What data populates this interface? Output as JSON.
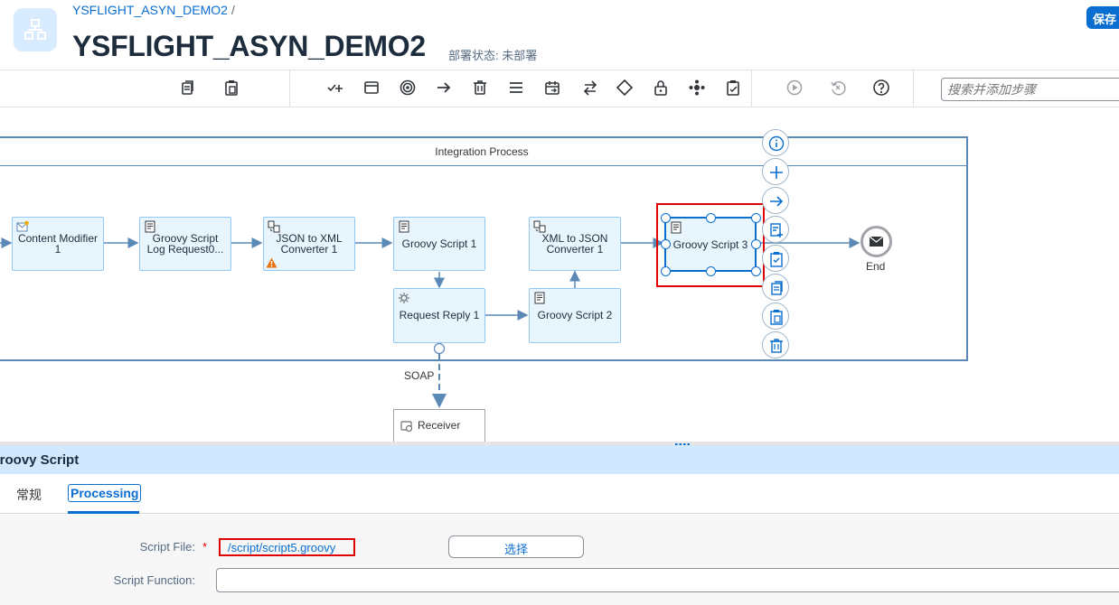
{
  "header": {
    "breadcrumb": "YSFLIGHT_ASYN_DEMO2",
    "breadcrumb_sep": "/",
    "title": "YSFLIGHT_ASYN_DEMO2",
    "deploy_status": "部署状态: 未部署",
    "save_label": "保存"
  },
  "toolbar": {
    "search_placeholder": "搜索并添加步骤",
    "icons": [
      "copy-icon",
      "paste-icon",
      "add-step-icon",
      "window-icon",
      "target-icon",
      "arrow-right-icon",
      "delete-icon",
      "menu-icon",
      "calendar-icon",
      "swap-icon",
      "diamond-icon",
      "lock-icon",
      "settings-cluster-icon",
      "clipboard-check-icon",
      "play-icon",
      "undo-icon",
      "help-icon"
    ]
  },
  "diagram": {
    "pool_title": "Integration Process",
    "steps": [
      {
        "id": "content-modifier",
        "line1": "Content Modifier",
        "line2": "1"
      },
      {
        "id": "groovy-log",
        "line1": "Groovy Script",
        "line2": "Log Request0..."
      },
      {
        "id": "json-to-xml",
        "line1": "JSON to XML",
        "line2": "Converter 1"
      },
      {
        "id": "groovy-1",
        "line1": "Groovy Script 1",
        "line2": ""
      },
      {
        "id": "xml-to-json",
        "line1": "XML to JSON",
        "line2": "Converter 1"
      },
      {
        "id": "groovy-3",
        "line1": "Groovy Script 3",
        "line2": ""
      },
      {
        "id": "request-reply",
        "line1": "Request Reply 1",
        "line2": ""
      },
      {
        "id": "groovy-2",
        "line1": "Groovy Script 2",
        "line2": ""
      }
    ],
    "end_label": "End",
    "soap_label": "SOAP",
    "receiver_label": "Receiver"
  },
  "panel": {
    "title": "Groovy Script",
    "tabs": [
      {
        "label": "常规"
      },
      {
        "label": "Processing"
      }
    ],
    "script_file_label": "Script File:",
    "script_file_value": "/script/script5.groovy",
    "choose_label": "选择",
    "script_function_label": "Script Function:"
  }
}
